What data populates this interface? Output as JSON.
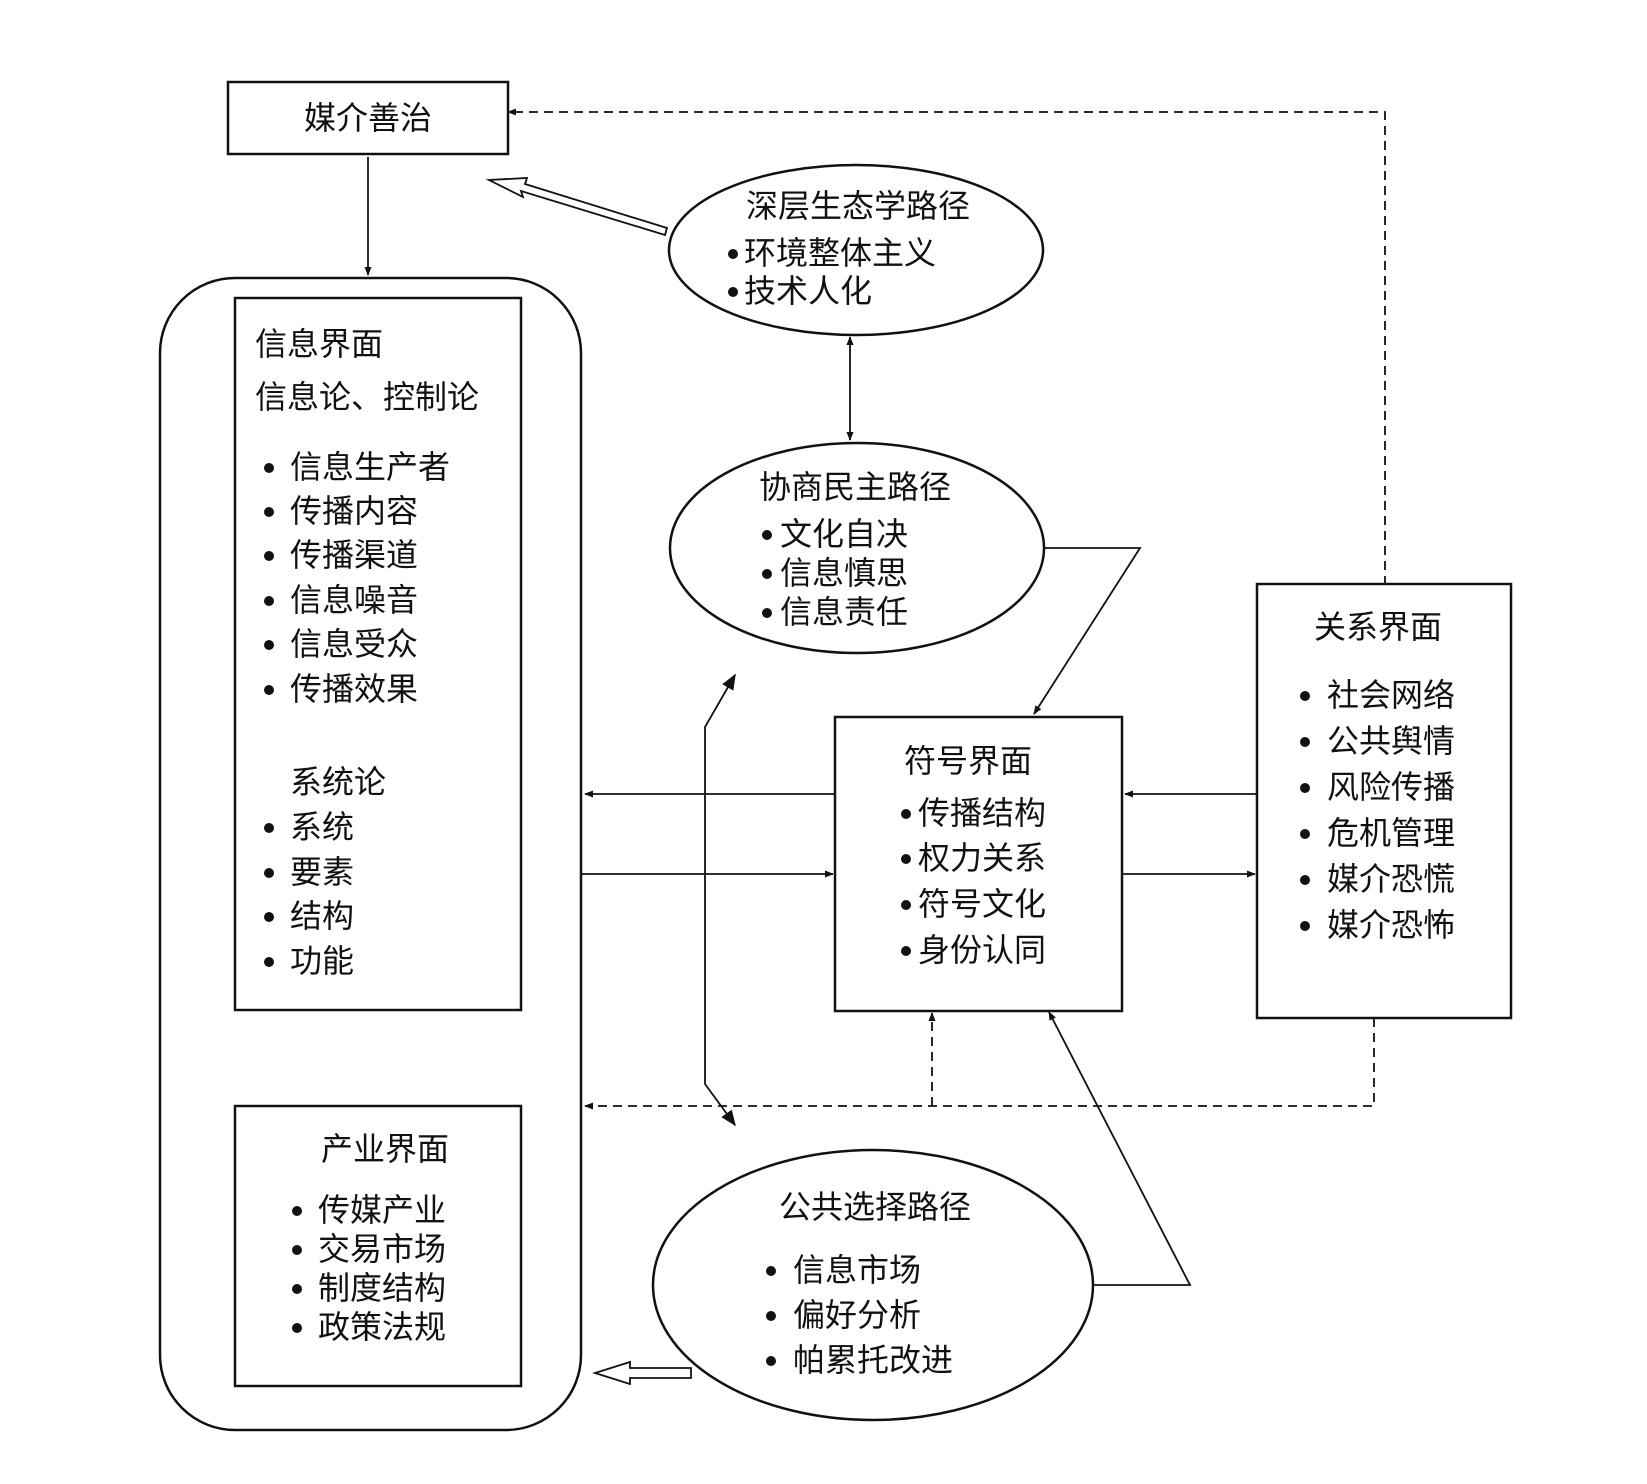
{
  "governance": {
    "title": "媒介善治"
  },
  "info_interface": {
    "title": "信息界面",
    "subtitle": "信息论、控制论",
    "items": [
      "信息生产者",
      "传播内容",
      "传播渠道",
      "信息噪音",
      "信息受众",
      "传播效果"
    ],
    "system_title": "系统论",
    "system_items": [
      "系统",
      "要素",
      "结构",
      "功能"
    ]
  },
  "industry_interface": {
    "title": "产业界面",
    "items": [
      "传媒产业",
      "交易市场",
      "制度结构",
      "政策法规"
    ]
  },
  "deep_ecology": {
    "title": "深层生态学路径",
    "items": [
      "环境整体主义",
      "技术人化"
    ]
  },
  "deliberative": {
    "title": "协商民主路径",
    "items": [
      "文化自决",
      "信息慎思",
      "信息责任"
    ]
  },
  "symbol_interface": {
    "title": "符号界面",
    "items": [
      "传播结构",
      "权力关系",
      "符号文化",
      "身份认同"
    ]
  },
  "relation_interface": {
    "title": "关系界面",
    "items": [
      "社会网络",
      "公共舆情",
      "风险传播",
      "危机管理",
      "媒介恐慌",
      "媒介恐怖"
    ]
  },
  "public_choice": {
    "title": "公共选择路径",
    "items": [
      "信息市场",
      "偏好分析",
      "帕累托改进"
    ]
  }
}
